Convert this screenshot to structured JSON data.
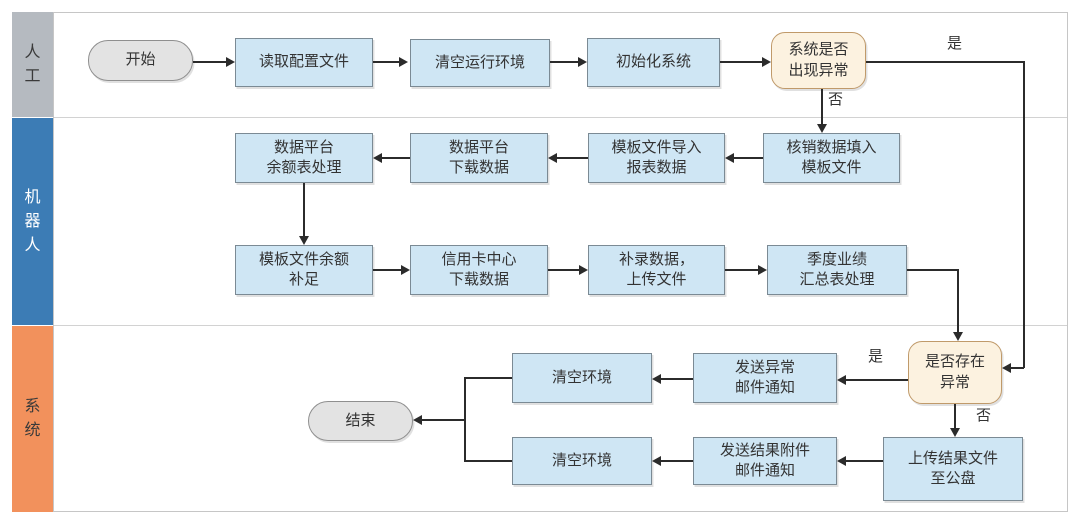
{
  "lanes": [
    {
      "id": "manual",
      "label": "人工"
    },
    {
      "id": "robot",
      "label": "机器人"
    },
    {
      "id": "system",
      "label": "系统"
    }
  ],
  "nodes": {
    "start": {
      "label": "开始",
      "type": "terminator"
    },
    "read_config": {
      "label": "读取配置文件",
      "type": "process"
    },
    "clear_run_env": {
      "label": "清空运行环境",
      "type": "process"
    },
    "init_system": {
      "label": "初始化系统",
      "type": "process"
    },
    "sys_abnormal": {
      "label": "系统是否\n出现异常",
      "type": "decision"
    },
    "fill_template": {
      "label": "核销数据填入\n模板文件",
      "type": "process"
    },
    "import_report": {
      "label": "模板文件导入\n报表数据",
      "type": "process"
    },
    "platform_download": {
      "label": "数据平台\n下载数据",
      "type": "process"
    },
    "platform_balance": {
      "label": "数据平台\n余额表处理",
      "type": "process"
    },
    "template_balance_fill": {
      "label": "模板文件余额\n补足",
      "type": "process"
    },
    "creditcard_download": {
      "label": "信用卡中心\n下载数据",
      "type": "process"
    },
    "supplement_upload": {
      "label": "补录数据，\n上传文件",
      "type": "process"
    },
    "quarterly_summary": {
      "label": "季度业绩\n汇总表处理",
      "type": "process"
    },
    "exist_abnormal": {
      "label": "是否存在\n异常",
      "type": "decision"
    },
    "send_error_mail": {
      "label": "发送异常\n邮件通知",
      "type": "process"
    },
    "clear_env_top": {
      "label": "清空环境",
      "type": "process"
    },
    "upload_result": {
      "label": "上传结果文件\n至公盘",
      "type": "process"
    },
    "send_result_mail": {
      "label": "发送结果附件\n邮件通知",
      "type": "process"
    },
    "clear_env_bottom": {
      "label": "清空环境",
      "type": "process"
    },
    "end": {
      "label": "结束",
      "type": "terminator"
    }
  },
  "edge_labels": {
    "yes_top": "是",
    "no_top": "否",
    "yes_bottom": "是",
    "no_bottom": "否"
  },
  "colors": {
    "lane_manual": "#b5bac0",
    "lane_robot": "#3c7cb5",
    "lane_system": "#f2915c",
    "process_fill": "#cfe6f4",
    "process_border": "#7b8a94",
    "decision_fill": "#fcf2e0",
    "decision_border": "#c09a6a",
    "terminator_fill": "#e3e3e3",
    "terminator_border": "#8f8f8f",
    "flow_line": "#2b2b2b",
    "frame_border": "#c6c6c6"
  }
}
